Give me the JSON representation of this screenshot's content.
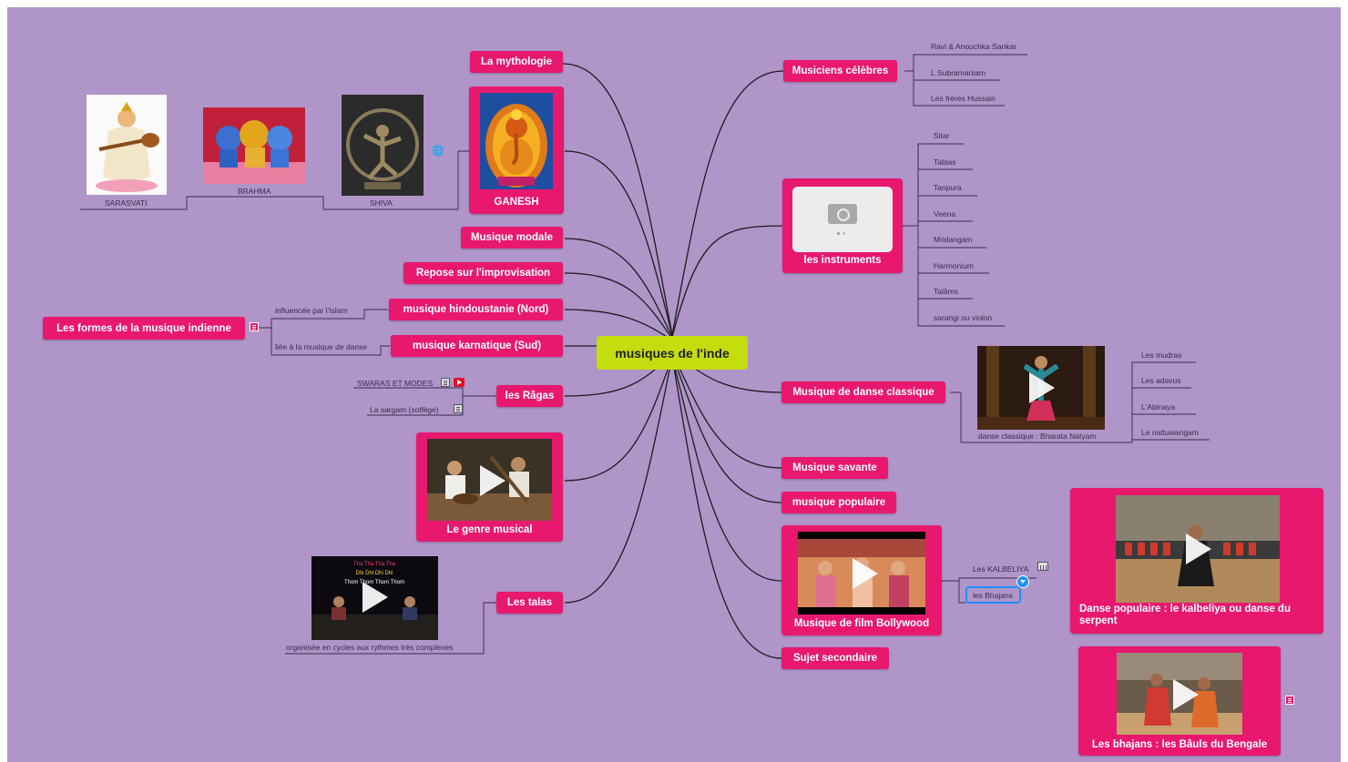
{
  "center": "musiques de l'inde",
  "left": {
    "mythologie": "La mythologie",
    "ganesh": "GANESH",
    "sarasvati": "SARASVATI",
    "brahma": "BRAHMA",
    "shiva": "SHIVA",
    "modale": "Musique modale",
    "improvisation": "Repose sur l'improvisation",
    "hindoustanie": "musique hindoustanie (Nord)",
    "hindoustanie_note": "influencée par l'Islam",
    "karnatique": "musique karnatique (Sud)",
    "karnatique_note": "liée à la musique de danse",
    "formes": "Les formes de la musique indienne",
    "ragas": "les Râgas",
    "swaras": "SWARAS ET MODES",
    "sargam": "La sargam (solfège)",
    "genre": "Le genre musical",
    "talas": "Les talas",
    "talas_note": "organisée en cycles aux rythmes très complexes",
    "talas_video_text": [
      "Tha Tha Tha Tha",
      "Dhi Dhi Dhi Dhi",
      "Thom Thom Thom Thom"
    ]
  },
  "right": {
    "musiciens": "Musiciens célèbres",
    "musiciens_items": [
      "Ravi & Anouchka Sankar",
      "L.Subramaniam",
      "Les frères Hussain"
    ],
    "instruments": "les instruments",
    "instruments_items": [
      "Sitar",
      "Tablas",
      "Tanpura",
      "Veena",
      "Mridangam",
      "Harmonium",
      "Talâms",
      "sarangi ou violon"
    ],
    "danse": "Musique de danse classique",
    "danse_caption": "danse classique : Bharata Natyam",
    "danse_items": [
      "Les mudras",
      "Les adavus",
      "L'Abinaya",
      "Le nattuwangam"
    ],
    "savante": "Musique savante",
    "populaire": "musique populaire",
    "bollywood": "Musique de film Bollywood",
    "kalbeliya": "Les KALBELIYA",
    "bhajans": "les Bhajans",
    "danse_pop": "Danse populaire : le kalbeliya ou danse du serpent",
    "bauls": "Les bhajans : les Bâuls du Bengale",
    "secondaire": "Sujet secondaire"
  },
  "colors": {
    "background": "#b095c9",
    "topic": "#e8186e",
    "central": "#c5dc0e",
    "selection": "#1e90ff"
  },
  "icons": [
    "camera-icon",
    "globe-icon",
    "note-icon",
    "youtube-icon",
    "museum-icon",
    "play-icon"
  ]
}
